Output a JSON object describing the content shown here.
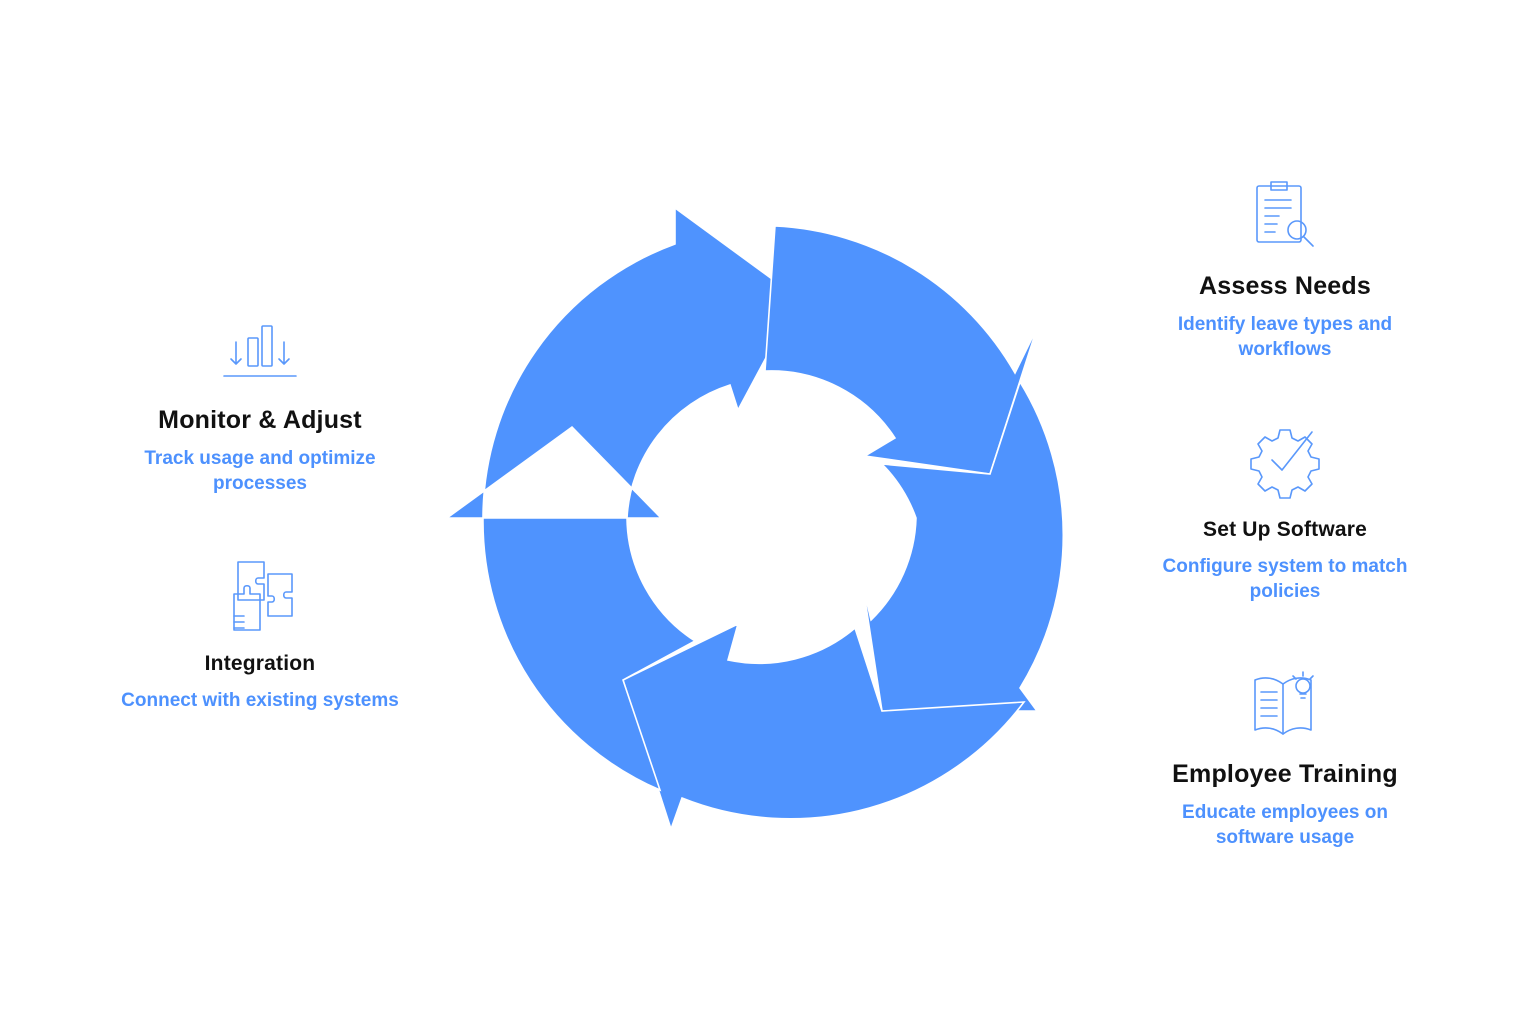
{
  "colors": {
    "arrow_fill": "#4f93fe",
    "arrow_stroke": "#ffffff",
    "title_text": "#111111",
    "description_text": "#4d91fe",
    "icon_stroke": "#5a98fb"
  },
  "steps": {
    "assess": {
      "icon": "clipboard-search-icon",
      "title": "Assess Needs",
      "description_line1": "Identify leave types and",
      "description_line2": "workflows"
    },
    "setup": {
      "icon": "gear-check-icon",
      "title": "Set Up Software",
      "description_line1": "Configure system to match",
      "description_line2": "policies"
    },
    "training": {
      "icon": "book-lightbulb-icon",
      "title": "Employee Training",
      "description_line1": "Educate employees on",
      "description_line2": "software usage"
    },
    "integration": {
      "icon": "puzzle-pieces-icon",
      "title": "Integration",
      "description_line1": "Connect with existing systems"
    },
    "monitor": {
      "icon": "bar-chart-arrows-icon",
      "title": "Monitor & Adjust",
      "description_line1": "Track usage and optimize",
      "description_line2": "processes"
    }
  }
}
